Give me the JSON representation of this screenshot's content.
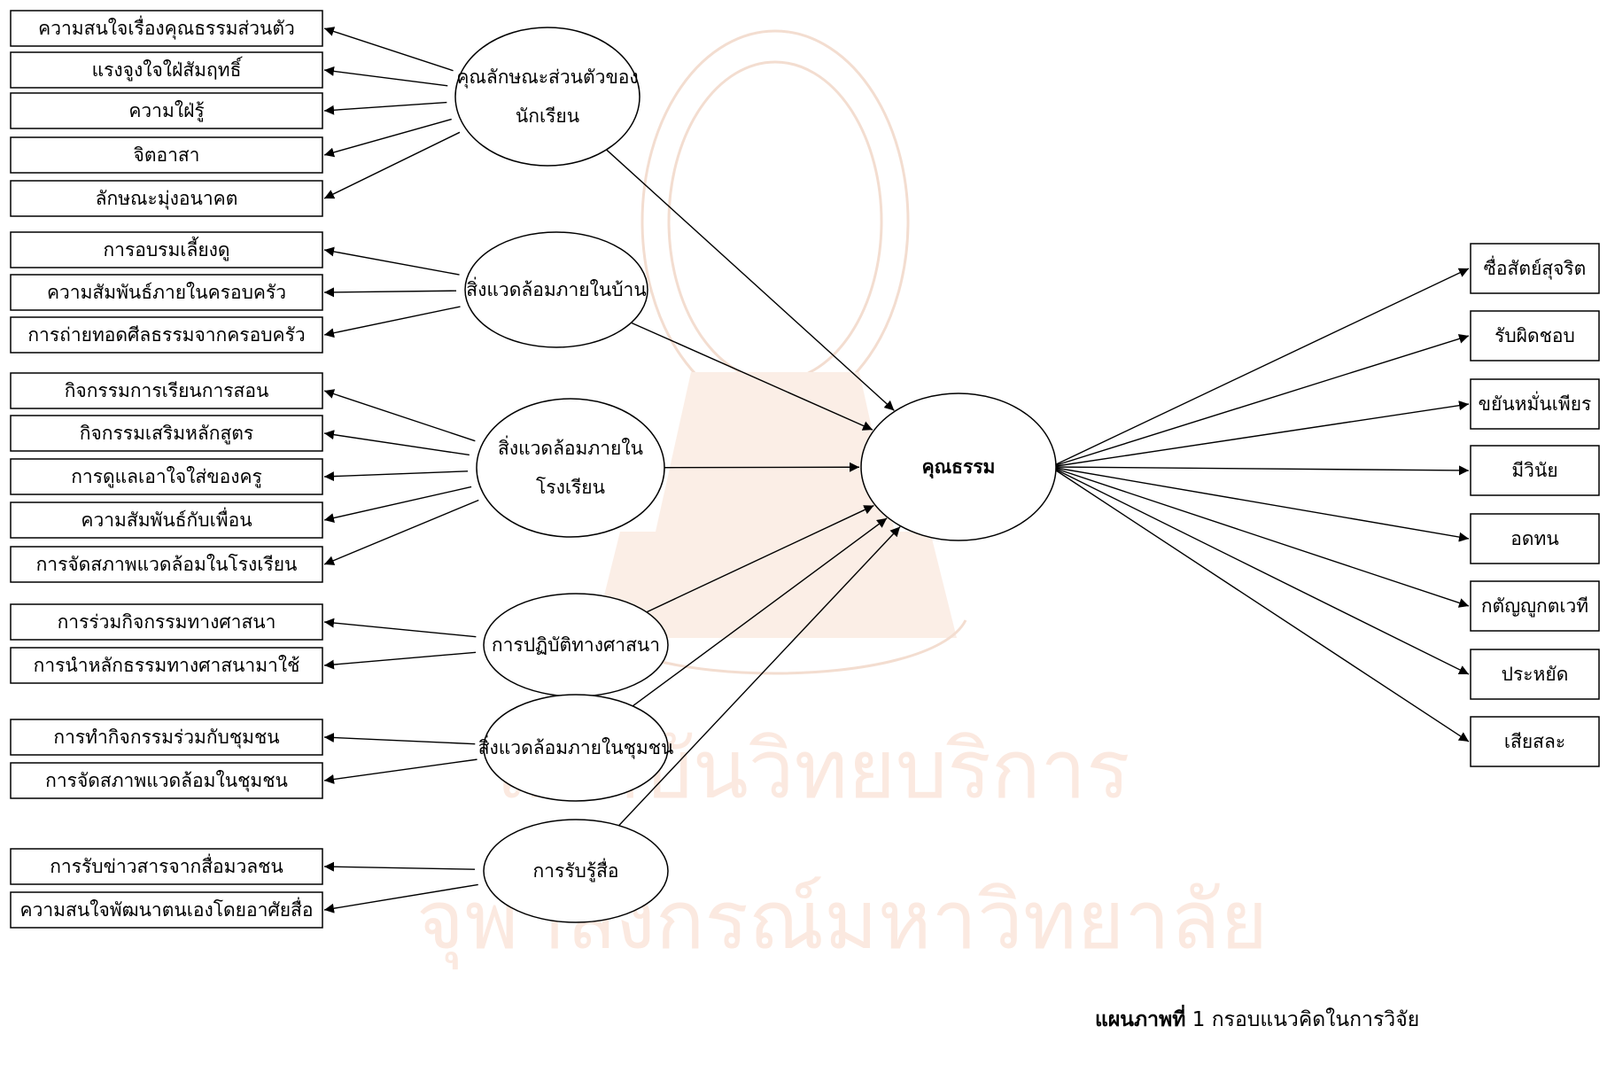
{
  "central": {
    "id": "moral",
    "label": "คุณธรรม"
  },
  "factors": [
    {
      "id": "personal",
      "label": "คุณลักษณะส่วนตัวของ\nนักเรียน",
      "items": [
        "ความสนใจเรื่องคุณธรรมส่วนตัว",
        "แรงจูงใจใฝ่สัมฤทธิ์",
        "ความใฝ่รู้",
        "จิตอาสา",
        "ลักษณะมุ่งอนาคต"
      ]
    },
    {
      "id": "home",
      "label": "สิ่งแวดล้อมภายในบ้าน",
      "items": [
        "การอบรมเลี้ยงดู",
        "ความสัมพันธ์ภายในครอบครัว",
        "การถ่ายทอดศีลธรรมจากครอบครัว"
      ]
    },
    {
      "id": "school",
      "label": "สิ่งแวดล้อมภายใน\nโรงเรียน",
      "items": [
        "กิจกรรมการเรียนการสอน",
        "กิจกรรมเสริมหลักสูตร",
        "การดูแลเอาใจใส่ของครู",
        "ความสัมพันธ์กับเพื่อน",
        "การจัดสภาพแวดล้อมในโรงเรียน"
      ]
    },
    {
      "id": "religion",
      "label": "การปฏิบัติทางศาสนา",
      "items": [
        "การร่วมกิจกรรมทางศาสนา",
        "การนำหลักธรรมทางศาสนามาใช้"
      ]
    },
    {
      "id": "community",
      "label": "สิ่งแวดล้อมภายในชุมชน",
      "items": [
        "การทำกิจกรรมร่วมกับชุมชน",
        "การจัดสภาพแวดล้อมในชุมชน"
      ]
    },
    {
      "id": "media",
      "label": "การรับรู้สื่อ",
      "items": [
        "การรับข่าวสารจากสื่อมวลชน",
        "ความสนใจพัฒนาตนเองโดยอาศัยสื่อ"
      ]
    }
  ],
  "outcomes": [
    "ซื่อสัตย์สุจริต",
    "รับผิดชอบ",
    "ขยันหมั่นเพียร",
    "มีวินัย",
    "อดทน",
    "กตัญญูกตเวที",
    "ประหยัด",
    "เสียสละ"
  ],
  "watermark": {
    "line1": "สถาบันวิทยบริการ",
    "line2": "จุฬาลงกรณ์มหาวิทยาลัย"
  },
  "caption": {
    "prefix": "แผนภาพที่",
    "number": "1",
    "text": "กรอบแนวคิดในการวิจัย"
  }
}
